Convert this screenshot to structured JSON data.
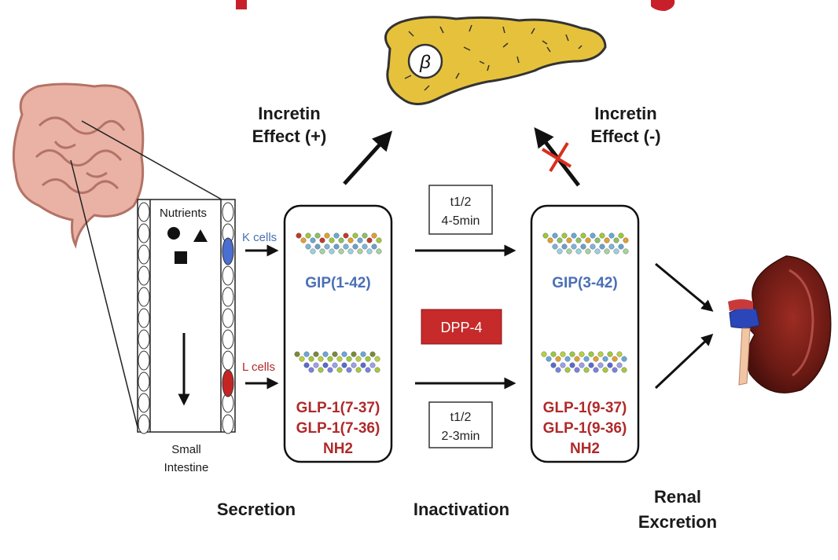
{
  "colors": {
    "title_red": "#c8202a",
    "gip_blue": "#4a6fb5",
    "glp_red": "#b02a2a",
    "dpp_box": "#c62a2a",
    "pancreas_fill": "#e6c23c"
  },
  "pancreas": {
    "cell_label": "β"
  },
  "incretin_positive": {
    "line1": "Incretin",
    "line2": "Effect (+)"
  },
  "incretin_negative": {
    "line1": "Incretin",
    "line2": "Effect (-)"
  },
  "intestine": {
    "nutrients_label": "Nutrients",
    "k_cells_label": "K cells",
    "l_cells_label": "L cells",
    "caption_line1": "Small",
    "caption_line2": "Intestine"
  },
  "secreted": {
    "gip": "GIP(1-42)",
    "glp1_a": "GLP-1(7-37)",
    "glp1_b": "GLP-1(7-36)",
    "glp1_c": "NH2"
  },
  "inactivated": {
    "gip": "GIP(3-42)",
    "glp1_a": "GLP-1(9-37)",
    "glp1_b": "GLP-1(9-36)",
    "glp1_c": "NH2"
  },
  "half_life_gip": {
    "line1": "t1/2",
    "line2": "4-5min"
  },
  "half_life_glp": {
    "line1": "t1/2",
    "line2": "2-3min"
  },
  "enzyme": "DPP-4",
  "stages": {
    "secretion": "Secretion",
    "inactivation": "Inactivation",
    "renal_line1": "Renal",
    "renal_line2": "Excretion"
  }
}
